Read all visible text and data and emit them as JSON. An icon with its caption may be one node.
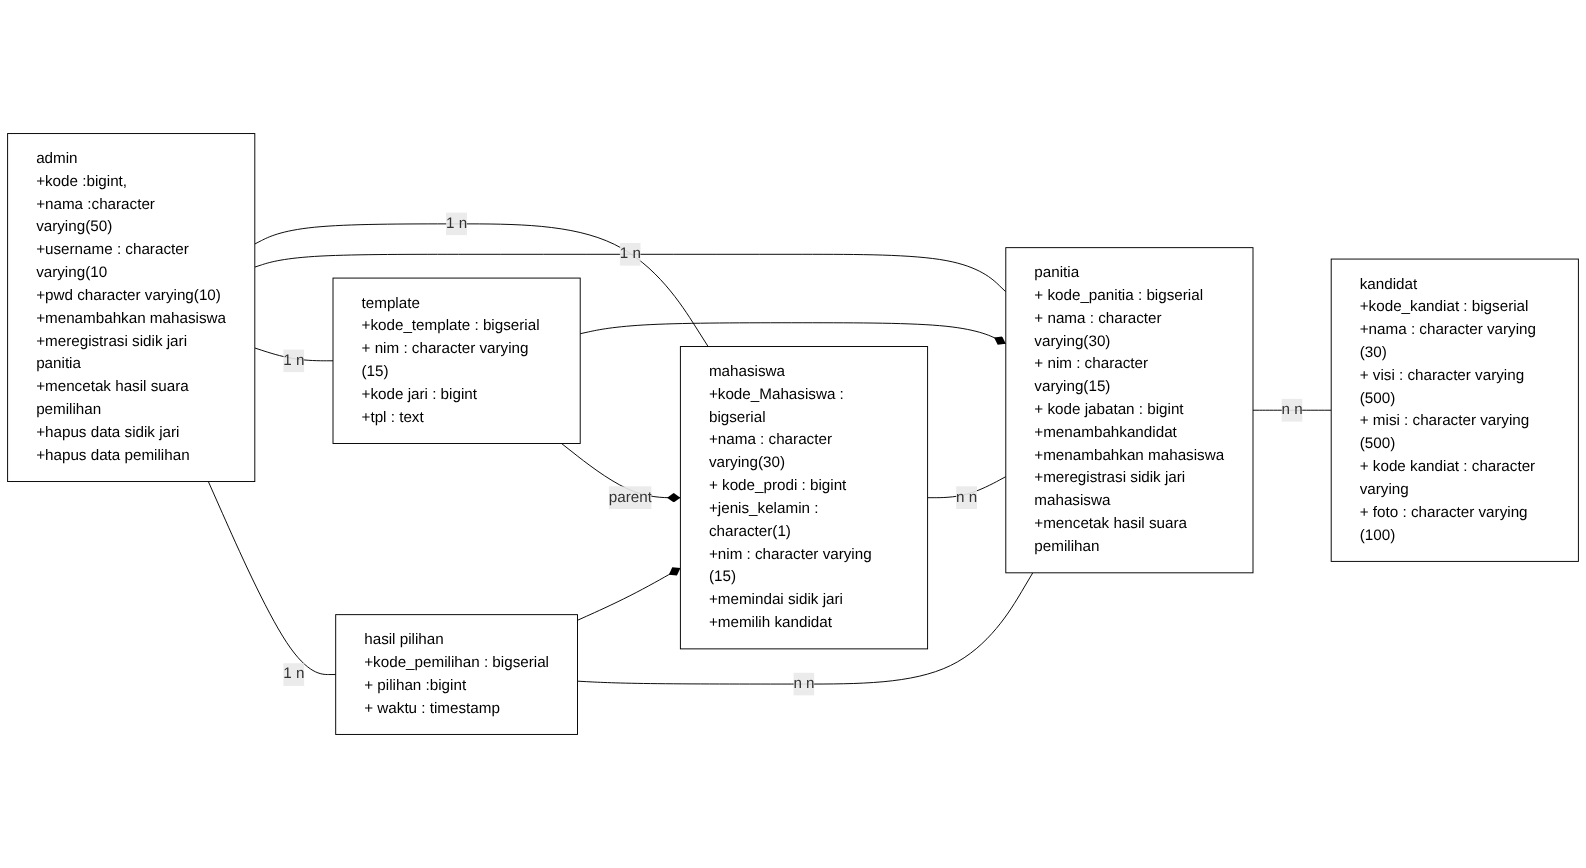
{
  "diagram": {
    "nodes": [
      {
        "text": [
          "admin",
          "+kode :bigint,",
          "+nama :character varying(50)",
          "+username : character varying(10",
          "+pwd character varying(10)",
          "+menambahkan mahasiswa",
          "+meregistrasi sidik jari panitia",
          "+mencetak hasil suara pemilihan",
          "+hapus data sidik jari",
          "+hapus data pemilihan"
        ]
      },
      {
        "text": [
          "template",
          "+kode_template : bigserial",
          "+ nim : character varying (15)",
          "+kode jari : bigint",
          "+tpl : text"
        ]
      },
      {
        "text": [
          "panitia",
          "+ kode_panitia : bigserial",
          "+ nama : character varying(30)",
          "+ nim : character varying(15)",
          "+ kode jabatan : bigint",
          "+menambahkandidat",
          "+menambahkan mahasiswa",
          "+meregistrasi sidik jari mahasiswa",
          "+mencetak hasil suara pemilihan"
        ]
      },
      {
        "text": [
          "mahasiswa",
          "+kode_Mahasiswa : bigserial",
          "+nama : character varying(30)",
          "+ kode_prodi : bigint",
          "+jenis_kelamin : character(1)",
          "+nim : character varying (15)",
          "+memindai sidik jari",
          "+memilih kandidat"
        ]
      },
      {
        "text": [
          "hasil pilihan",
          "+kode_pemilihan : bigserial",
          "+ pilihan :bigint",
          "+ waktu : timestamp"
        ]
      },
      {
        "text": [
          "kandidat",
          "+kode_kandiat : bigserial",
          "+nama : character varying (30)",
          "+ visi : character varying (500)",
          "+ misi : character varying (500)",
          "+ kode kandiat : character varying",
          "+ foto : character varying (100)"
        ]
      }
    ],
    "edges": [
      {
        "from": 0,
        "to": 3,
        "arrow": "none",
        "label": "1 n"
      },
      {
        "from": 0,
        "to": 2,
        "arrow": "none",
        "label": "1 n"
      },
      {
        "from": 0,
        "to": 1,
        "arrow": "none",
        "label": "1 n"
      },
      {
        "from": 0,
        "to": 4,
        "arrow": "none",
        "label": "1 n"
      },
      {
        "from": 1,
        "to": 2,
        "arrow": "other"
      },
      {
        "from": 1,
        "to": 3,
        "arrow": "other",
        "label": "parent"
      },
      {
        "from": 4,
        "to": 3,
        "arrow": "other"
      },
      {
        "from": 4,
        "to": 2,
        "arrow": "none",
        "label": "n n"
      },
      {
        "from": 3,
        "to": 2,
        "arrow": "none",
        "label": "n n"
      },
      {
        "from": 2,
        "to": 5,
        "arrow": "none",
        "label": "n n"
      }
    ]
  }
}
